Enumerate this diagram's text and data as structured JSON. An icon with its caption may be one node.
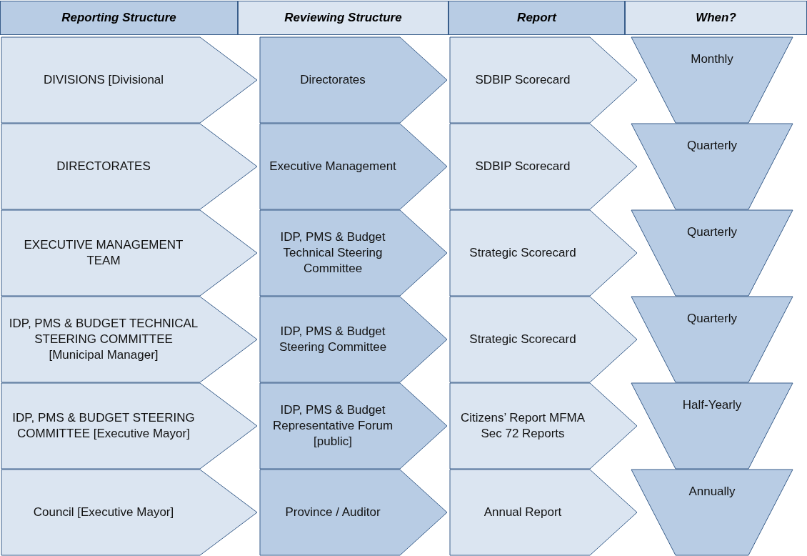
{
  "diagram": {
    "nodes": [
      {
        "text": [
          "Reporting Structure"
        ]
      },
      {
        "text": [
          "Reviewing Structure"
        ]
      },
      {
        "text": [
          "Report"
        ]
      },
      {
        "text": [
          "When?"
        ]
      },
      {
        "text": [
          "DIVISIONS [Divisional"
        ]
      },
      {
        "text": [
          "Directorates"
        ]
      },
      {
        "text": [
          "SDBIP Scorecard"
        ]
      },
      {
        "text": [
          "Monthly"
        ]
      },
      {
        "text": [
          "DIRECTORATES"
        ]
      },
      {
        "text": [
          "Executive Management"
        ]
      },
      {
        "text": [
          "SDBIP Scorecard"
        ]
      },
      {
        "text": [
          "Quarterly"
        ]
      },
      {
        "text": [
          "EXECUTIVE MANAGEMENT TEAM"
        ]
      },
      {
        "text": [
          "IDP, PMS & Budget Technical Steering Committee"
        ]
      },
      {
        "text": [
          "Strategic Scorecard"
        ]
      },
      {
        "text": [
          "Quarterly"
        ]
      },
      {
        "text": [
          "IDP, PMS & BUDGET TECHNICAL STEERING COMMITTEE [Municipal Manager]"
        ]
      },
      {
        "text": [
          "IDP, PMS & Budget Steering Committee"
        ]
      },
      {
        "text": [
          "Strategic Scorecard"
        ]
      },
      {
        "text": [
          "Quarterly"
        ]
      },
      {
        "text": [
          "IDP, PMS & BUDGET STEERING COMMITTEE [Executive Mayor]"
        ]
      },
      {
        "text": [
          "IDP, PMS & Budget Representative Forum [public]"
        ]
      },
      {
        "text": [
          "Citizens’ Report MFMA Sec 72 Reports"
        ]
      },
      {
        "text": [
          "Half-Yearly"
        ]
      },
      {
        "text": [
          "Council [Executive Mayor]"
        ]
      },
      {
        "text": [
          "Province / Auditor"
        ]
      },
      {
        "text": [
          "Annual Report"
        ]
      },
      {
        "text": [
          "Annually"
        ]
      }
    ]
  }
}
